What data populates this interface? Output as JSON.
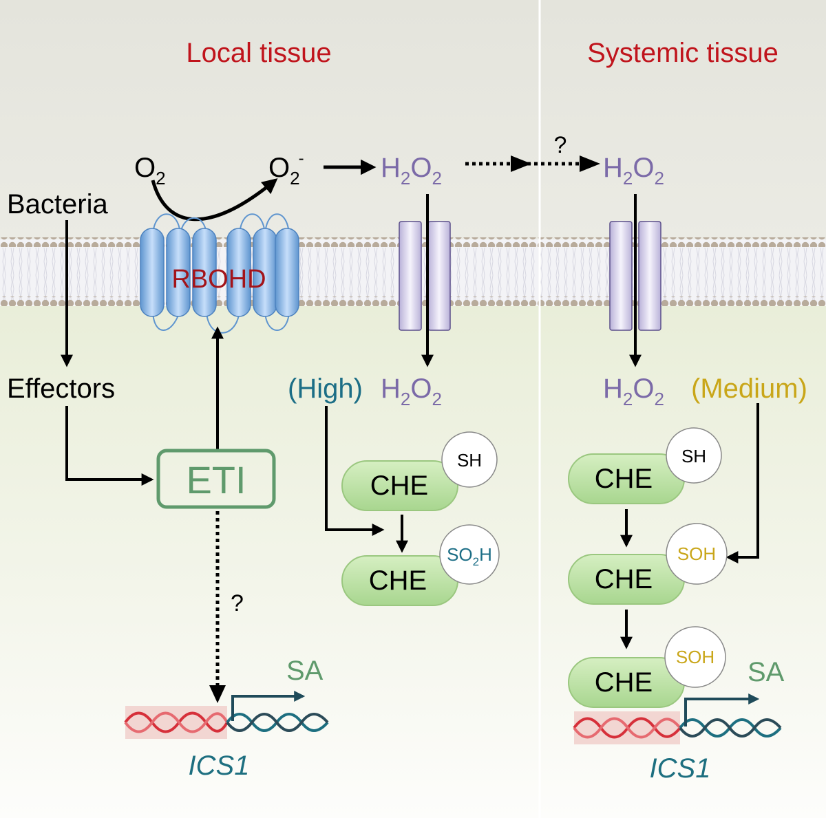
{
  "local": {
    "title": "Local tissue",
    "o2": "O",
    "o2_sub": "2",
    "superoxide": "O",
    "superoxide_sub": "2",
    "superoxide_sup": "-",
    "h2o2_a": "H",
    "h2o2_b": "2",
    "h2o2_c": "O",
    "h2o2_d": "2",
    "bacteria": "Bacteria",
    "effectors": "Effectors",
    "rbohd": "RBOHD",
    "eti": "ETI",
    "question": "?",
    "high": "(High)",
    "che_top": "CHE",
    "sh": "SH",
    "che_bottom": "CHE",
    "so2h_a": "SO",
    "so2h_b": "2",
    "so2h_c": "H",
    "sa": "SA",
    "gene": "ICS1"
  },
  "systemic": {
    "title": "Systemic tissue",
    "question": "?",
    "medium": "(Medium)",
    "che_1": "CHE",
    "sh": "SH",
    "che_2": "CHE",
    "soh_1": "SOH",
    "che_3": "CHE",
    "soh_2": "SOH",
    "sa": "SA",
    "gene": "ICS1"
  },
  "colors": {
    "title": "#c0141c",
    "h2o2": "#7b6aa8",
    "high": "#1c6e86",
    "medium": "#c9a619",
    "eti": "#5f9a6c",
    "sa": "#5f9a6c",
    "gene": "#1d6f80",
    "rbohd": "#a3141a",
    "che_fill": "#c7e6ac"
  }
}
